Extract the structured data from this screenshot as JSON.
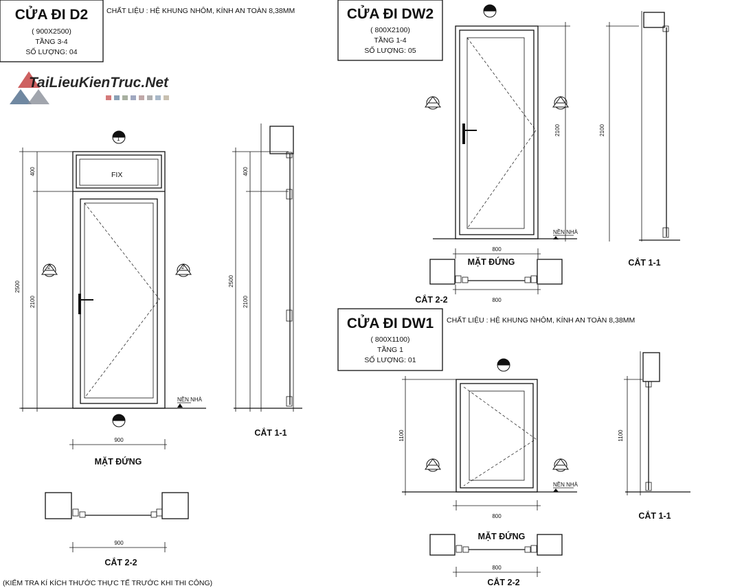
{
  "note": {
    "material": "CHẤT LIỆU : HỆ KHUNG NHÔM, KÍNH AN TOÀN 8,38MM",
    "check": "(KIỂM TRA KÍ KÍCH THƯỚC THỰC TẾ TRƯỚC KHI THI CÔNG)"
  },
  "watermark": {
    "text": "TaiLieuKienTruc.Net"
  },
  "label_fix": "FIX",
  "label_floor": "NỀN NHÀ",
  "label_elevation": "MẶT ĐỨNG",
  "label_section_11": "CẮT 1-1",
  "label_section_22": "CẮT 2-2",
  "marker_1": "1",
  "marker_2": "2",
  "d2": {
    "title": "CỬA ĐI D2",
    "size": "( 900X2500)",
    "floor": "TẦNG 3-4",
    "qty": "SỐ LƯỢNG: 04",
    "dim_total": "2500",
    "dim_top": "400",
    "dim_door": "2100",
    "dim_width": "900"
  },
  "dw2": {
    "title": "CỬA ĐI DW2",
    "size": "( 800X2100)",
    "floor": "TẦNG 1-4",
    "qty": "SỐ LƯỢNG: 05",
    "dim_height": "2100",
    "dim_width": "800"
  },
  "dw1": {
    "title": "CỬA ĐI DW1",
    "size": "( 800X1100)",
    "floor": "TẦNG 1",
    "qty": "SỐ LƯỢNG: 01",
    "dim_height": "1100",
    "dim_width": "800"
  }
}
